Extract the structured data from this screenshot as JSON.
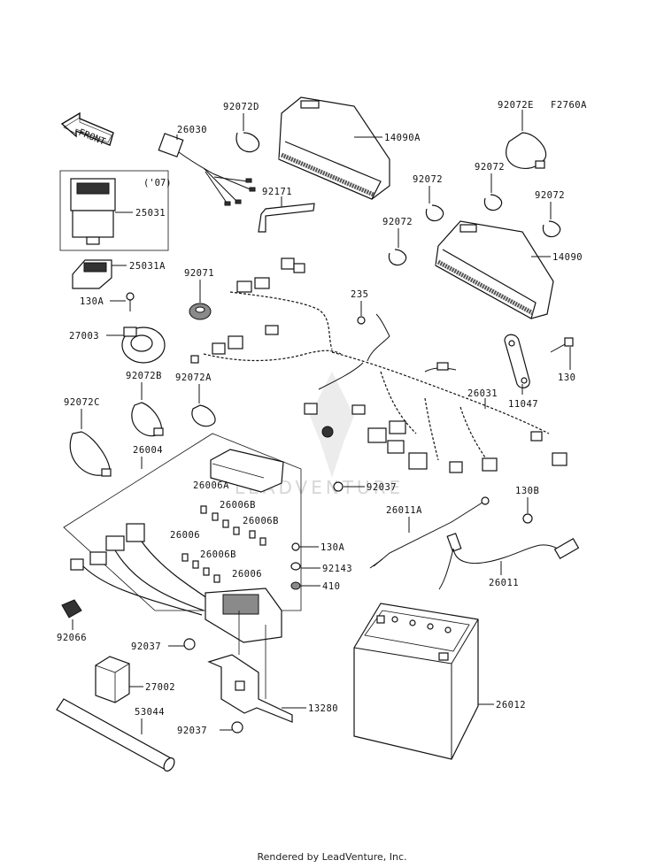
{
  "figure_code": "F2760A",
  "front_label": "FRONT",
  "year_note": "('07)",
  "watermark": "LEADVENTURE",
  "footer": "Rendered by LeadVenture, Inc.",
  "parts": {
    "p92072D": "92072D",
    "p26030": "26030",
    "p14090A": "14090A",
    "p92072E": "92072E",
    "p25031": "25031",
    "p92171": "92171",
    "p92072_a": "92072",
    "p92072_b": "92072",
    "p92072_c": "92072",
    "p92072_d": "92072",
    "p14090": "14090",
    "p25031A": "25031A",
    "p92071": "92071",
    "p235": "235",
    "p130A_1": "130A",
    "p27003": "27003",
    "p130": "130",
    "p11047": "11047",
    "p92072B": "92072B",
    "p92072A": "92072A",
    "p92072C": "92072C",
    "p26031": "26031",
    "p26004": "26004",
    "p26006A": "26006A",
    "p92037_1": "92037",
    "p130B": "130B",
    "p26006B_1": "26006B",
    "p26006B_2": "26006B",
    "p26011A": "26011A",
    "p26006": "26006",
    "p26006B_3": "26006B",
    "p130A_2": "130A",
    "p26006_2": "26006",
    "p92143": "92143",
    "p26011": "26011",
    "p410": "410",
    "p92066": "92066",
    "p92037_2": "92037",
    "p27002": "27002",
    "p26012": "26012",
    "p13280": "13280",
    "p53044": "53044",
    "p92037_3": "92037"
  }
}
